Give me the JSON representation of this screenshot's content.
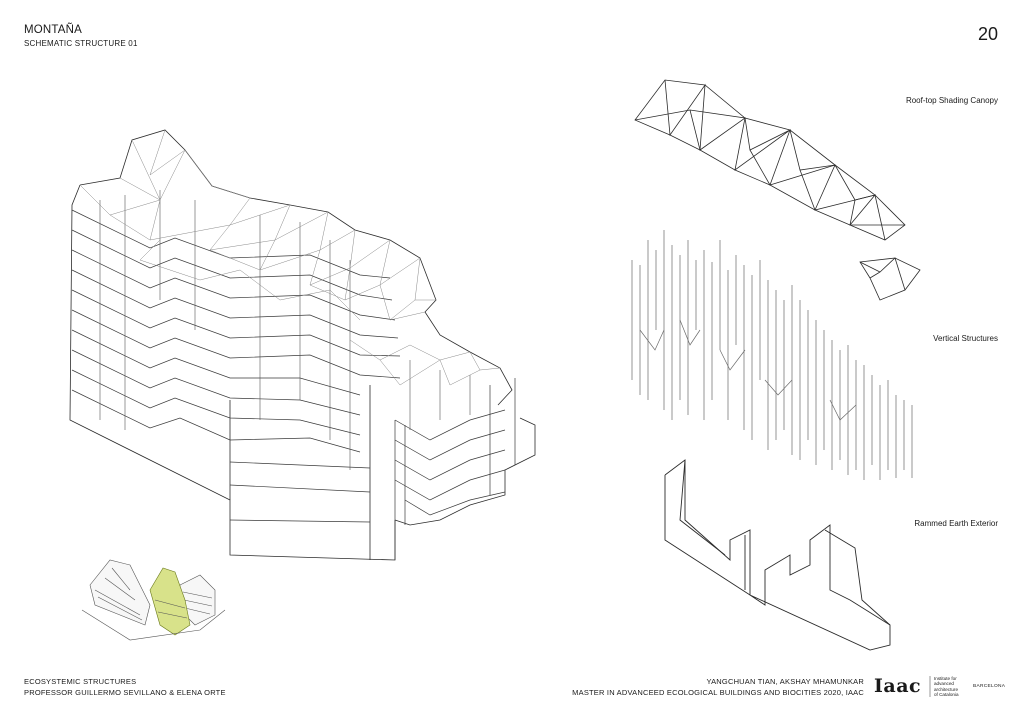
{
  "header": {
    "title": "MONTAÑA",
    "subtitle": "SCHEMATIC STRUCTURE 01",
    "page_number": "20"
  },
  "labels": {
    "roof": "Roof-top Shading Canopy",
    "vertical": "Vertical Structures",
    "rammed": "Rammed Earth Exterior"
  },
  "footer_left": {
    "line1": "ECOSYSTEMIC STRUCTURES",
    "line2": "PROFESSOR GUILLERMO SEVILLANO & ELENA ORTE"
  },
  "footer_right": {
    "line1": "YANGCHUAN TIAN, AKSHAY MHAMUNKAR",
    "line2": "MASTER IN ADVANCEED ECOLOGICAL BUILDINGS AND BIOCITIES 2020, IAAC"
  },
  "logo": {
    "mark": "Iaac",
    "text_lines": [
      "Institute for",
      "advanced",
      "architecture",
      "of Catalonia"
    ],
    "city": "BARCELONA"
  },
  "colors": {
    "line": "#2b2b2b",
    "light_line": "#9a9a9a",
    "highlight": "#d8e28a"
  }
}
